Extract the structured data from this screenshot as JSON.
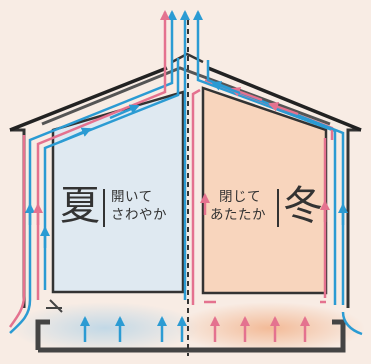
{
  "summer": {
    "season": "夏",
    "line1": "開いて",
    "line2": "さわやか"
  },
  "winter": {
    "season": "冬",
    "line1": "閉じて",
    "line2": "あたたか"
  },
  "colors": {
    "background": "#f8ece4",
    "wall": "#333333",
    "room_summer": "#dfe9f1",
    "room_winter": "#f8d5bd",
    "airflow_cool": "#2b9bd3",
    "airflow_warm": "#e4728f",
    "divider": "#333333"
  },
  "icons": [
    "roof-ridge-vent-icon",
    "floor-damper-icon"
  ]
}
